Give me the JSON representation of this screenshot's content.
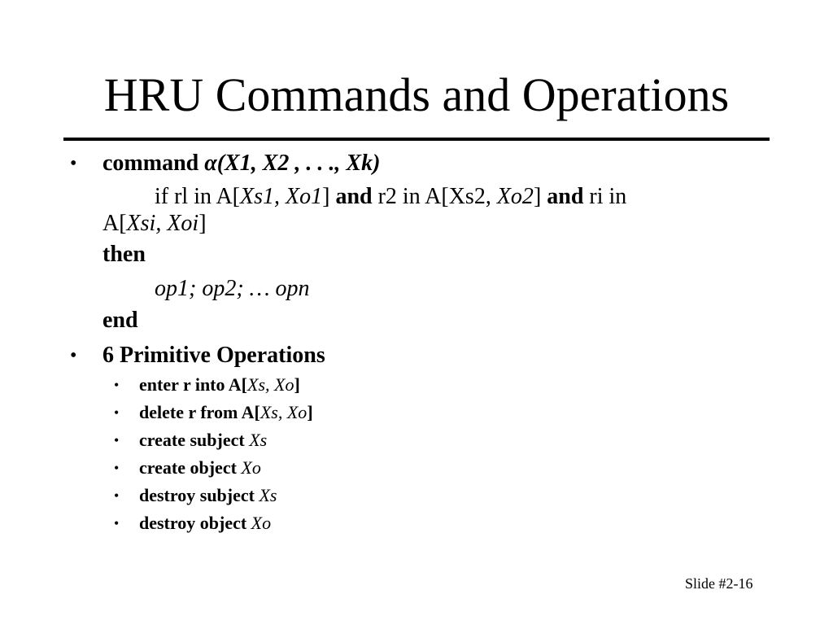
{
  "title": "HRU Commands and Operations",
  "bullet_glyph": "•",
  "command": {
    "keyword": "command",
    "signature": "α(X1, X2 , . . ., Xk)",
    "cond": {
      "if_rl_in": "if rl in A[",
      "xs1_xo1": "Xs1, Xo1",
      "close1": "]",
      "and1": "and",
      "r2_in": "r2 in A[Xs2,",
      "xo2": "Xo2",
      "close2": "]",
      "and2": "and",
      "ri_in": "ri in",
      "a_open": "A[",
      "xsi_xoi": "Xsi, Xoi",
      "close3": "]"
    },
    "then": "then",
    "ops": "op1; op2; … opn",
    "end": "end"
  },
  "primitives": {
    "heading": "6 Primitive Operations",
    "items": [
      {
        "label": "enter r into A[",
        "arg": "Xs, Xo",
        "suffix": "]"
      },
      {
        "label": "delete r from A[",
        "arg": "Xs, Xo",
        "suffix": "]"
      },
      {
        "label": "create subject",
        "arg": "Xs",
        "suffix": ""
      },
      {
        "label": "create object",
        "arg": "Xo",
        "suffix": ""
      },
      {
        "label": "destroy subject",
        "arg": "Xs",
        "suffix": ""
      },
      {
        "label": "destroy object",
        "arg": "Xo",
        "suffix": ""
      }
    ]
  },
  "footer": "Slide #2-16"
}
